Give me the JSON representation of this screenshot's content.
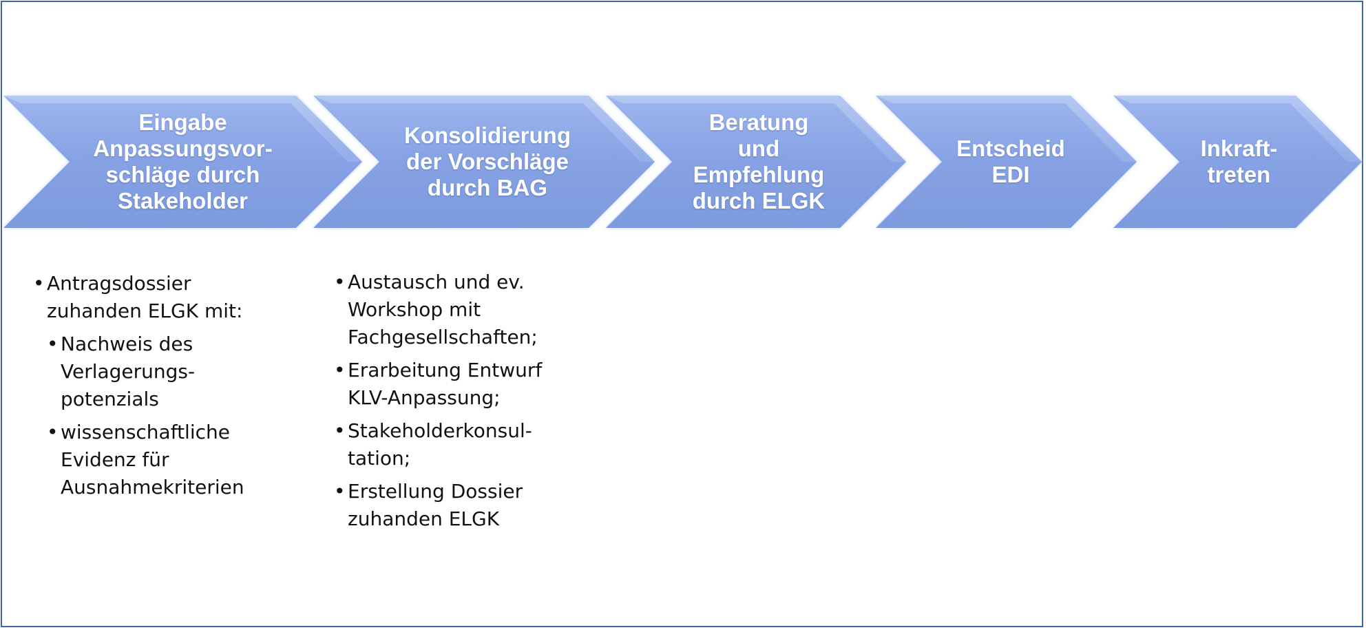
{
  "diagram": {
    "steps": [
      {
        "label": "Eingabe\nAnpassungsvor-\nschläge durch\nStakeholder"
      },
      {
        "label": "Konsolidierung\nder Vorschläge\ndurch BAG"
      },
      {
        "label": "Beratung\nund\nEmpfehlung\ndurch ELGK"
      },
      {
        "label": "Entscheid\nEDI"
      },
      {
        "label": "Inkraft-\ntreten"
      }
    ],
    "column1": {
      "items": [
        {
          "text": "Antragsdossier\nzuhanden ELGK mit:",
          "sub": false
        },
        {
          "text": "Nachweis des\nVerlagerungs-\npotenzials",
          "sub": true
        },
        {
          "text": "wissenschaftliche\nEvidenz für\nAusnahmekriterien",
          "sub": true
        }
      ]
    },
    "column2": {
      "items": [
        {
          "text": "Austausch und ev.\nWorkshop mit\nFachgesellschaften;"
        },
        {
          "text": "Erarbeitung Entwurf\nKLV-Anpassung;"
        },
        {
          "text": "Stakeholderkonsul-\ntation;"
        },
        {
          "text": "Erstellung Dossier\nzuhanden ELGK"
        }
      ]
    },
    "colors": {
      "chevron_light": "#a9bff0",
      "chevron_mid": "#8aa6e8",
      "chevron_dark": "#7f9bdd",
      "frame": "#3f63a6",
      "label_text": "#ffffff"
    }
  }
}
